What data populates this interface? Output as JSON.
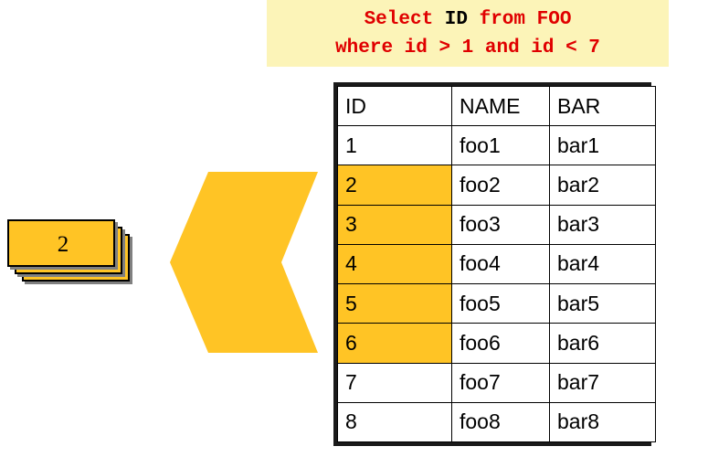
{
  "query": {
    "line1_segments": [
      {
        "text": "Select ",
        "color": "#e00000"
      },
      {
        "text": "ID",
        "color": "#000000"
      },
      {
        "text": " from FOO",
        "color": "#e00000"
      }
    ],
    "line1_plain": "Select ID from FOO",
    "line2": "where id > 1 and id < 7",
    "line1_part_a": "Select ",
    "line1_part_b": "ID",
    "line1_part_c": " from FOO",
    "background_color": "#fcf4b8",
    "text_color": "#e00000",
    "keyword_color": "#000000"
  },
  "arrow": {
    "label": "projection-flow-arrow",
    "color": "#ffc425",
    "direction": "left"
  },
  "result_stack": {
    "value": "2",
    "card_color": "#ffc425",
    "border_color": "#000000",
    "shadow_color": "#808080",
    "card_count": 3
  },
  "table": {
    "name": "FOO",
    "headers": [
      "ID",
      "NAME",
      "BAR"
    ],
    "highlight_color": "#ffc425",
    "rows": [
      {
        "id": "1",
        "name": "foo1",
        "bar": "bar1",
        "selected": false
      },
      {
        "id": "2",
        "name": "foo2",
        "bar": "bar2",
        "selected": true
      },
      {
        "id": "3",
        "name": "foo3",
        "bar": "bar3",
        "selected": true
      },
      {
        "id": "4",
        "name": "foo4",
        "bar": "bar4",
        "selected": true
      },
      {
        "id": "5",
        "name": "foo5",
        "bar": "bar5",
        "selected": true
      },
      {
        "id": "6",
        "name": "foo6",
        "bar": "bar6",
        "selected": true
      },
      {
        "id": "7",
        "name": "foo7",
        "bar": "bar7",
        "selected": false
      },
      {
        "id": "8",
        "name": "foo8",
        "bar": "bar8",
        "selected": false
      }
    ]
  }
}
